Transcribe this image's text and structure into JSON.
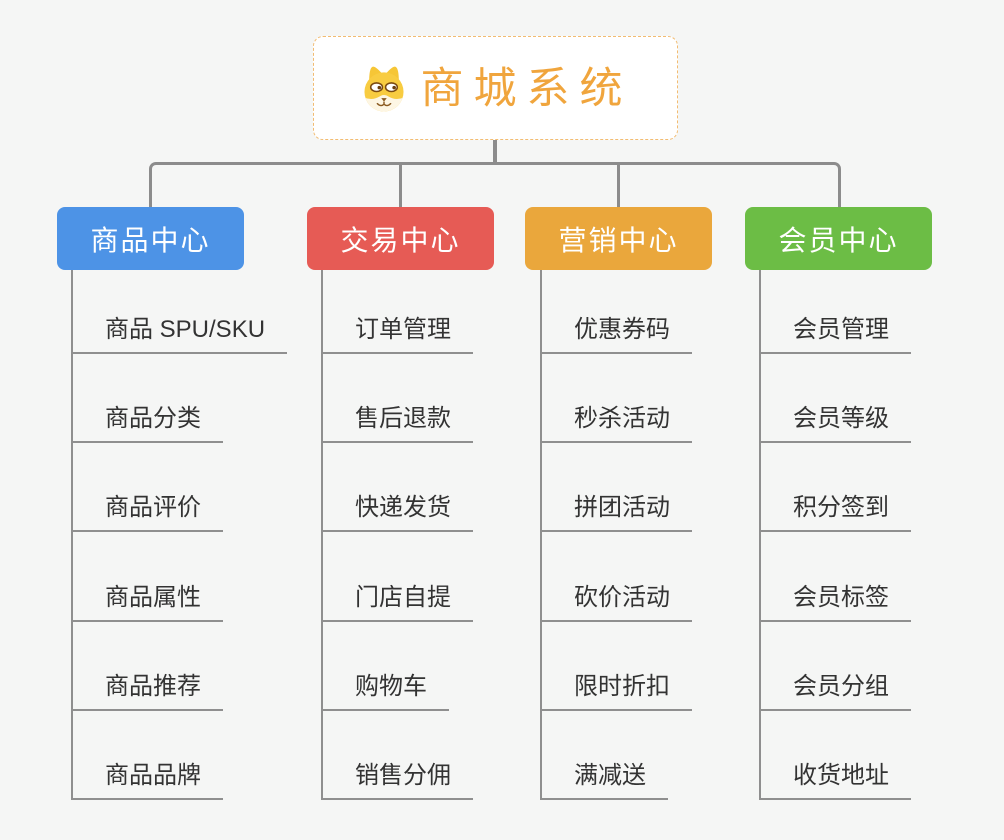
{
  "canvas": {
    "background": "#F5F6F5",
    "connector_color": "#8C8C8C"
  },
  "root": {
    "title": "商城系统",
    "title_color": "#F0A53D",
    "border_color": "#F2BC72",
    "icon": "shiba-dog-face-icon"
  },
  "branches": [
    {
      "label": "商品中心",
      "color": "#4D93E6",
      "items": [
        "商品 SPU/SKU",
        "商品分类",
        "商品评价",
        "商品属性",
        "商品推荐",
        "商品品牌"
      ]
    },
    {
      "label": "交易中心",
      "color": "#E65B55",
      "items": [
        "订单管理",
        "售后退款",
        "快递发货",
        "门店自提",
        "购物车",
        "销售分佣"
      ]
    },
    {
      "label": "营销中心",
      "color": "#EAA73C",
      "items": [
        "优惠券码",
        "秒杀活动",
        "拼团活动",
        "砍价活动",
        "限时折扣",
        "满减送"
      ]
    },
    {
      "label": "会员中心",
      "color": "#6CBD45",
      "items": [
        "会员管理",
        "会员等级",
        "积分签到",
        "会员标签",
        "会员分组",
        "收货地址"
      ]
    }
  ]
}
